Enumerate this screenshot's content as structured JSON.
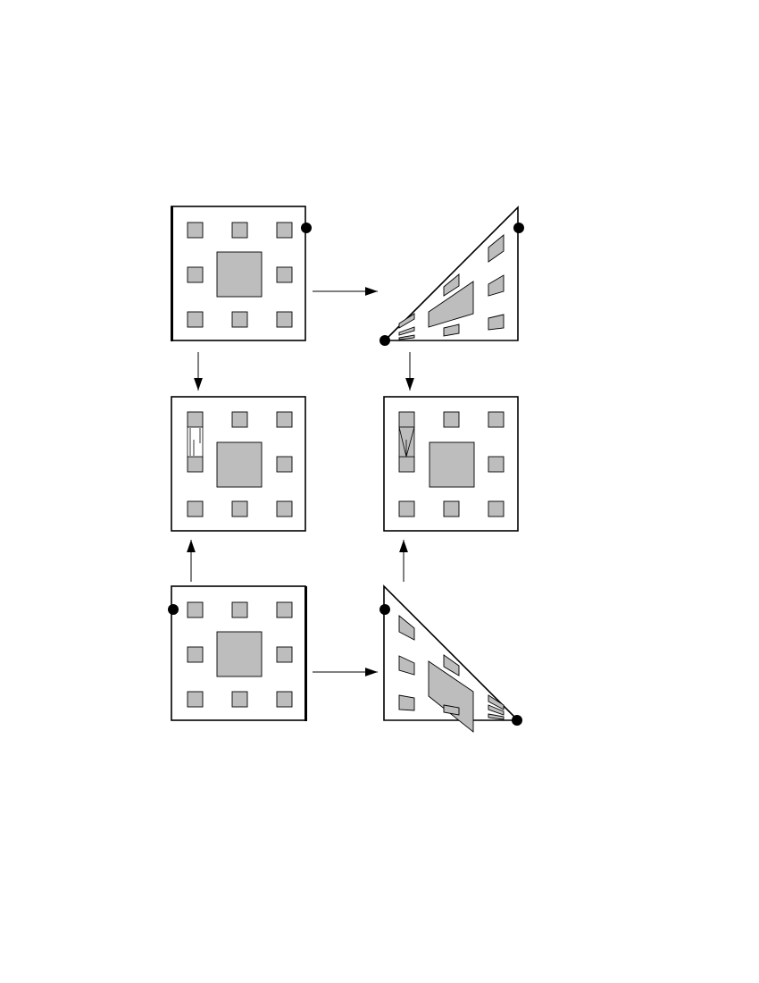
{
  "colors": {
    "hole_fill": "#bdbdbd",
    "line": "#000000",
    "background": "#ffffff"
  },
  "panels": [
    {
      "id": "top-left-square",
      "shape": "square"
    },
    {
      "id": "top-right-triangle",
      "shape": "triangle"
    },
    {
      "id": "middle-left-square",
      "shape": "square"
    },
    {
      "id": "middle-right-square",
      "shape": "square"
    },
    {
      "id": "bottom-left-square",
      "shape": "square"
    },
    {
      "id": "bottom-right-triangle",
      "shape": "triangle"
    }
  ],
  "arrows": [
    {
      "from": "top-left-square",
      "to": "top-right-triangle",
      "direction": "right"
    },
    {
      "from": "top-left-square",
      "to": "middle-left-square",
      "direction": "down"
    },
    {
      "from": "top-right-triangle",
      "to": "middle-right-square",
      "direction": "down"
    },
    {
      "from": "bottom-left-square",
      "to": "middle-left-square",
      "direction": "up"
    },
    {
      "from": "bottom-right-triangle",
      "to": "middle-right-square",
      "direction": "up"
    },
    {
      "from": "bottom-left-square",
      "to": "bottom-right-triangle",
      "direction": "right"
    }
  ]
}
